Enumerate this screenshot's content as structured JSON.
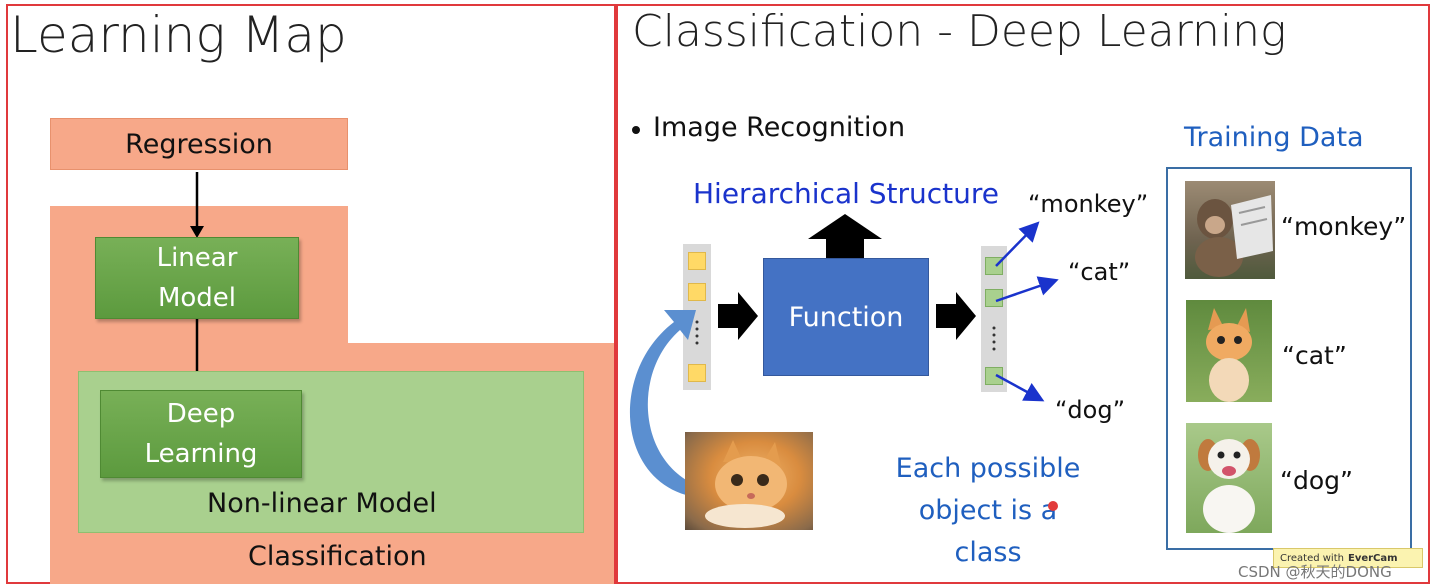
{
  "left": {
    "title": "Learning Map",
    "regression": "Regression",
    "linear_model": "Linear\nModel",
    "deep_learning": "Deep\nLearning",
    "nonlinear_model": "Non-linear Model",
    "classification": "Classification"
  },
  "right": {
    "title": "Classification - Deep Learning",
    "bullet": "Image Recognition",
    "hierarchical": "Hierarchical Structure",
    "function_label": "Function",
    "outputs": [
      "“monkey”",
      "“cat”",
      "“dog”"
    ],
    "each_class": "Each possible\nobject is a class",
    "training": {
      "title": "Training Data",
      "labels": [
        "“monkey”",
        "“cat”",
        "“dog”"
      ]
    }
  },
  "watermark": {
    "evercam_prefix": "Created with",
    "evercam_brand": "EverCam",
    "csdn": "CSDN @秋天的DONG"
  },
  "colors": {
    "frame": "#e0393c",
    "salmon": "#f7a889",
    "green_box": "#5c9a3e",
    "light_green": "#a9d08e",
    "function_blue": "#4472c4",
    "text_blue": "#1f5fbf",
    "arrow_blue": "#1a33cc"
  }
}
